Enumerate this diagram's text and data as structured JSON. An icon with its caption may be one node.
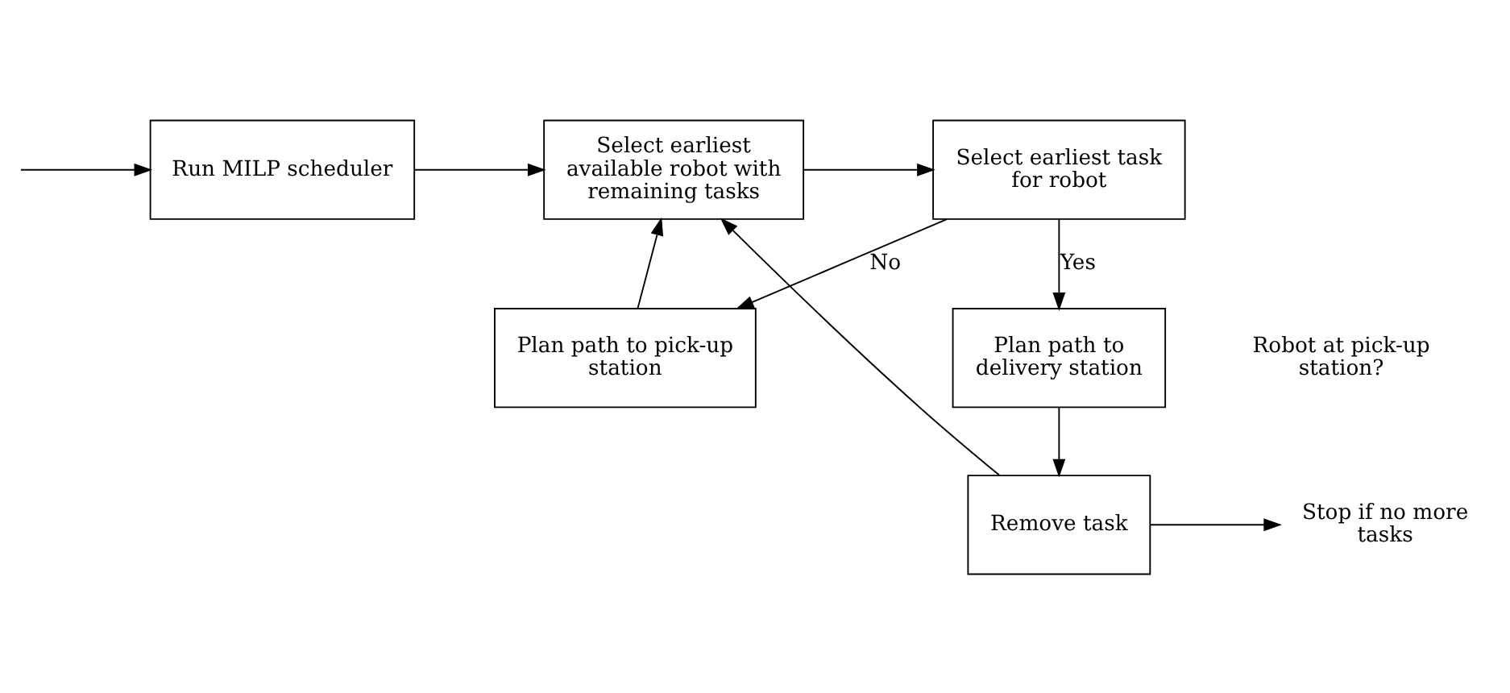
{
  "diagram": {
    "nodes": [
      {
        "text": [
          "Run MILP scheduler"
        ]
      },
      {
        "text": [
          "Select earliest available robot with remaining tasks"
        ]
      },
      {
        "text": [
          "Select earliest task for robot"
        ]
      },
      {
        "text": [
          "Plan path to pick-up station"
        ]
      },
      {
        "text": [
          "Plan path to delivery station"
        ]
      },
      {
        "text": [
          "Remove task"
        ]
      },
      {
        "text": [
          "Stop if no more tasks"
        ]
      }
    ],
    "edges": [
      {
        "from": null,
        "to": 0,
        "arrow": "to"
      },
      {
        "from": 0,
        "to": 1,
        "arrow": "to"
      },
      {
        "from": 1,
        "to": 2,
        "arrow": "to"
      },
      {
        "from": 2,
        "to": 3,
        "arrow": "to",
        "label": "No"
      },
      {
        "from": 2,
        "to": 4,
        "arrow": "to",
        "label": "Yes"
      },
      {
        "from": 3,
        "to": 1,
        "arrow": "to"
      },
      {
        "from": 4,
        "to": 5,
        "arrow": "to"
      },
      {
        "from": 5,
        "to": 1,
        "arrow": "to"
      },
      {
        "from": 5,
        "to": 6,
        "arrow": "to"
      }
    ],
    "labels": [
      "Robot at pick-up station?"
    ]
  }
}
